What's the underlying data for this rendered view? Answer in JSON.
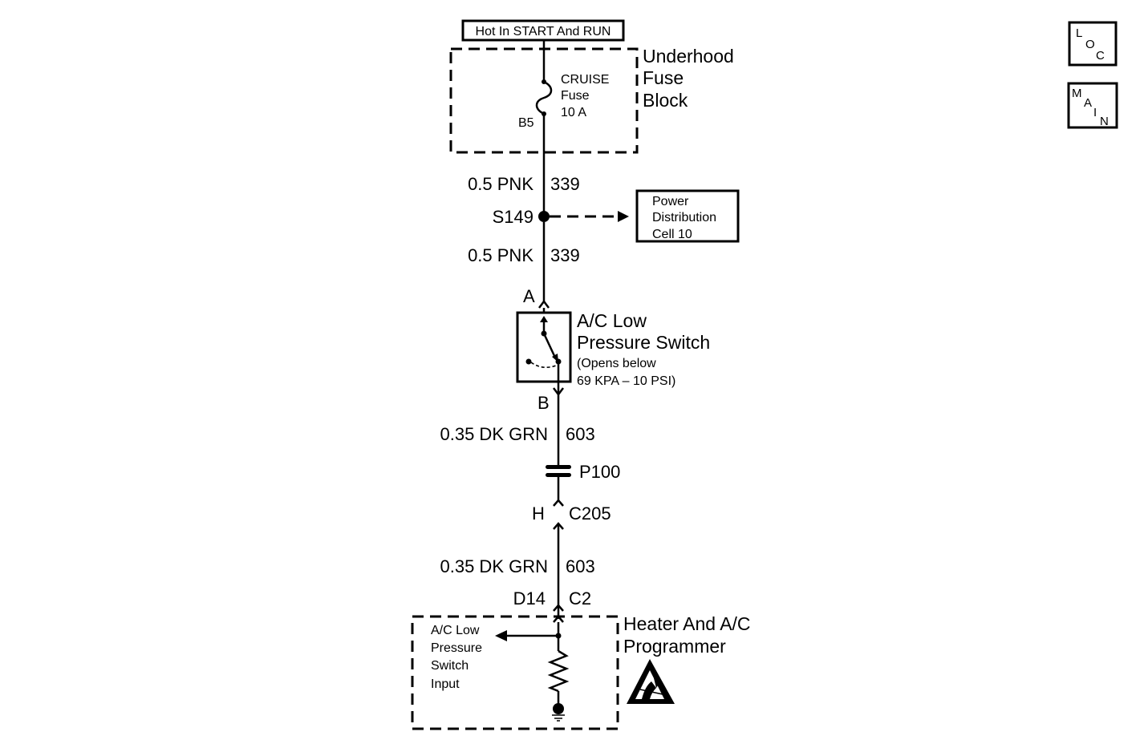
{
  "power_source": "Hot In START And RUN",
  "fuse_block": {
    "title_lines": [
      "Underhood",
      "Fuse",
      "Block"
    ],
    "fuse_lines": [
      "CRUISE",
      "Fuse",
      "10 A"
    ],
    "terminal": "B5"
  },
  "wire_upper_1": {
    "gauge_color": "0.5 PNK",
    "circuit": "339"
  },
  "splice": {
    "id": "S149"
  },
  "power_distribution": {
    "lines": [
      "Power",
      "Distribution",
      "Cell 10"
    ]
  },
  "wire_upper_2": {
    "gauge_color": "0.5 PNK",
    "circuit": "339"
  },
  "switch": {
    "terminal_a": "A",
    "terminal_b": "B",
    "title_lines": [
      "A/C Low",
      "Pressure Switch"
    ],
    "note_lines": [
      "(Opens below",
      "69 KPA – 10 PSI)"
    ]
  },
  "wire_lower_1": {
    "gauge_color": "0.35 DK GRN",
    "circuit": "603"
  },
  "pass_through": {
    "id": "P100"
  },
  "connector_c205": {
    "pin": "H",
    "id": "C205"
  },
  "wire_lower_2": {
    "gauge_color": "0.35 DK GRN",
    "circuit": "603"
  },
  "connector_c2": {
    "pin": "D14",
    "id": "C2"
  },
  "programmer": {
    "title_lines": [
      "Heater And A/C",
      "Programmer"
    ],
    "input_lines": [
      "A/C Low",
      "Pressure",
      "Switch",
      "Input"
    ]
  },
  "nav": {
    "loc": [
      "L",
      "O",
      "C"
    ],
    "main": [
      "M",
      "A",
      "I",
      "N"
    ]
  }
}
